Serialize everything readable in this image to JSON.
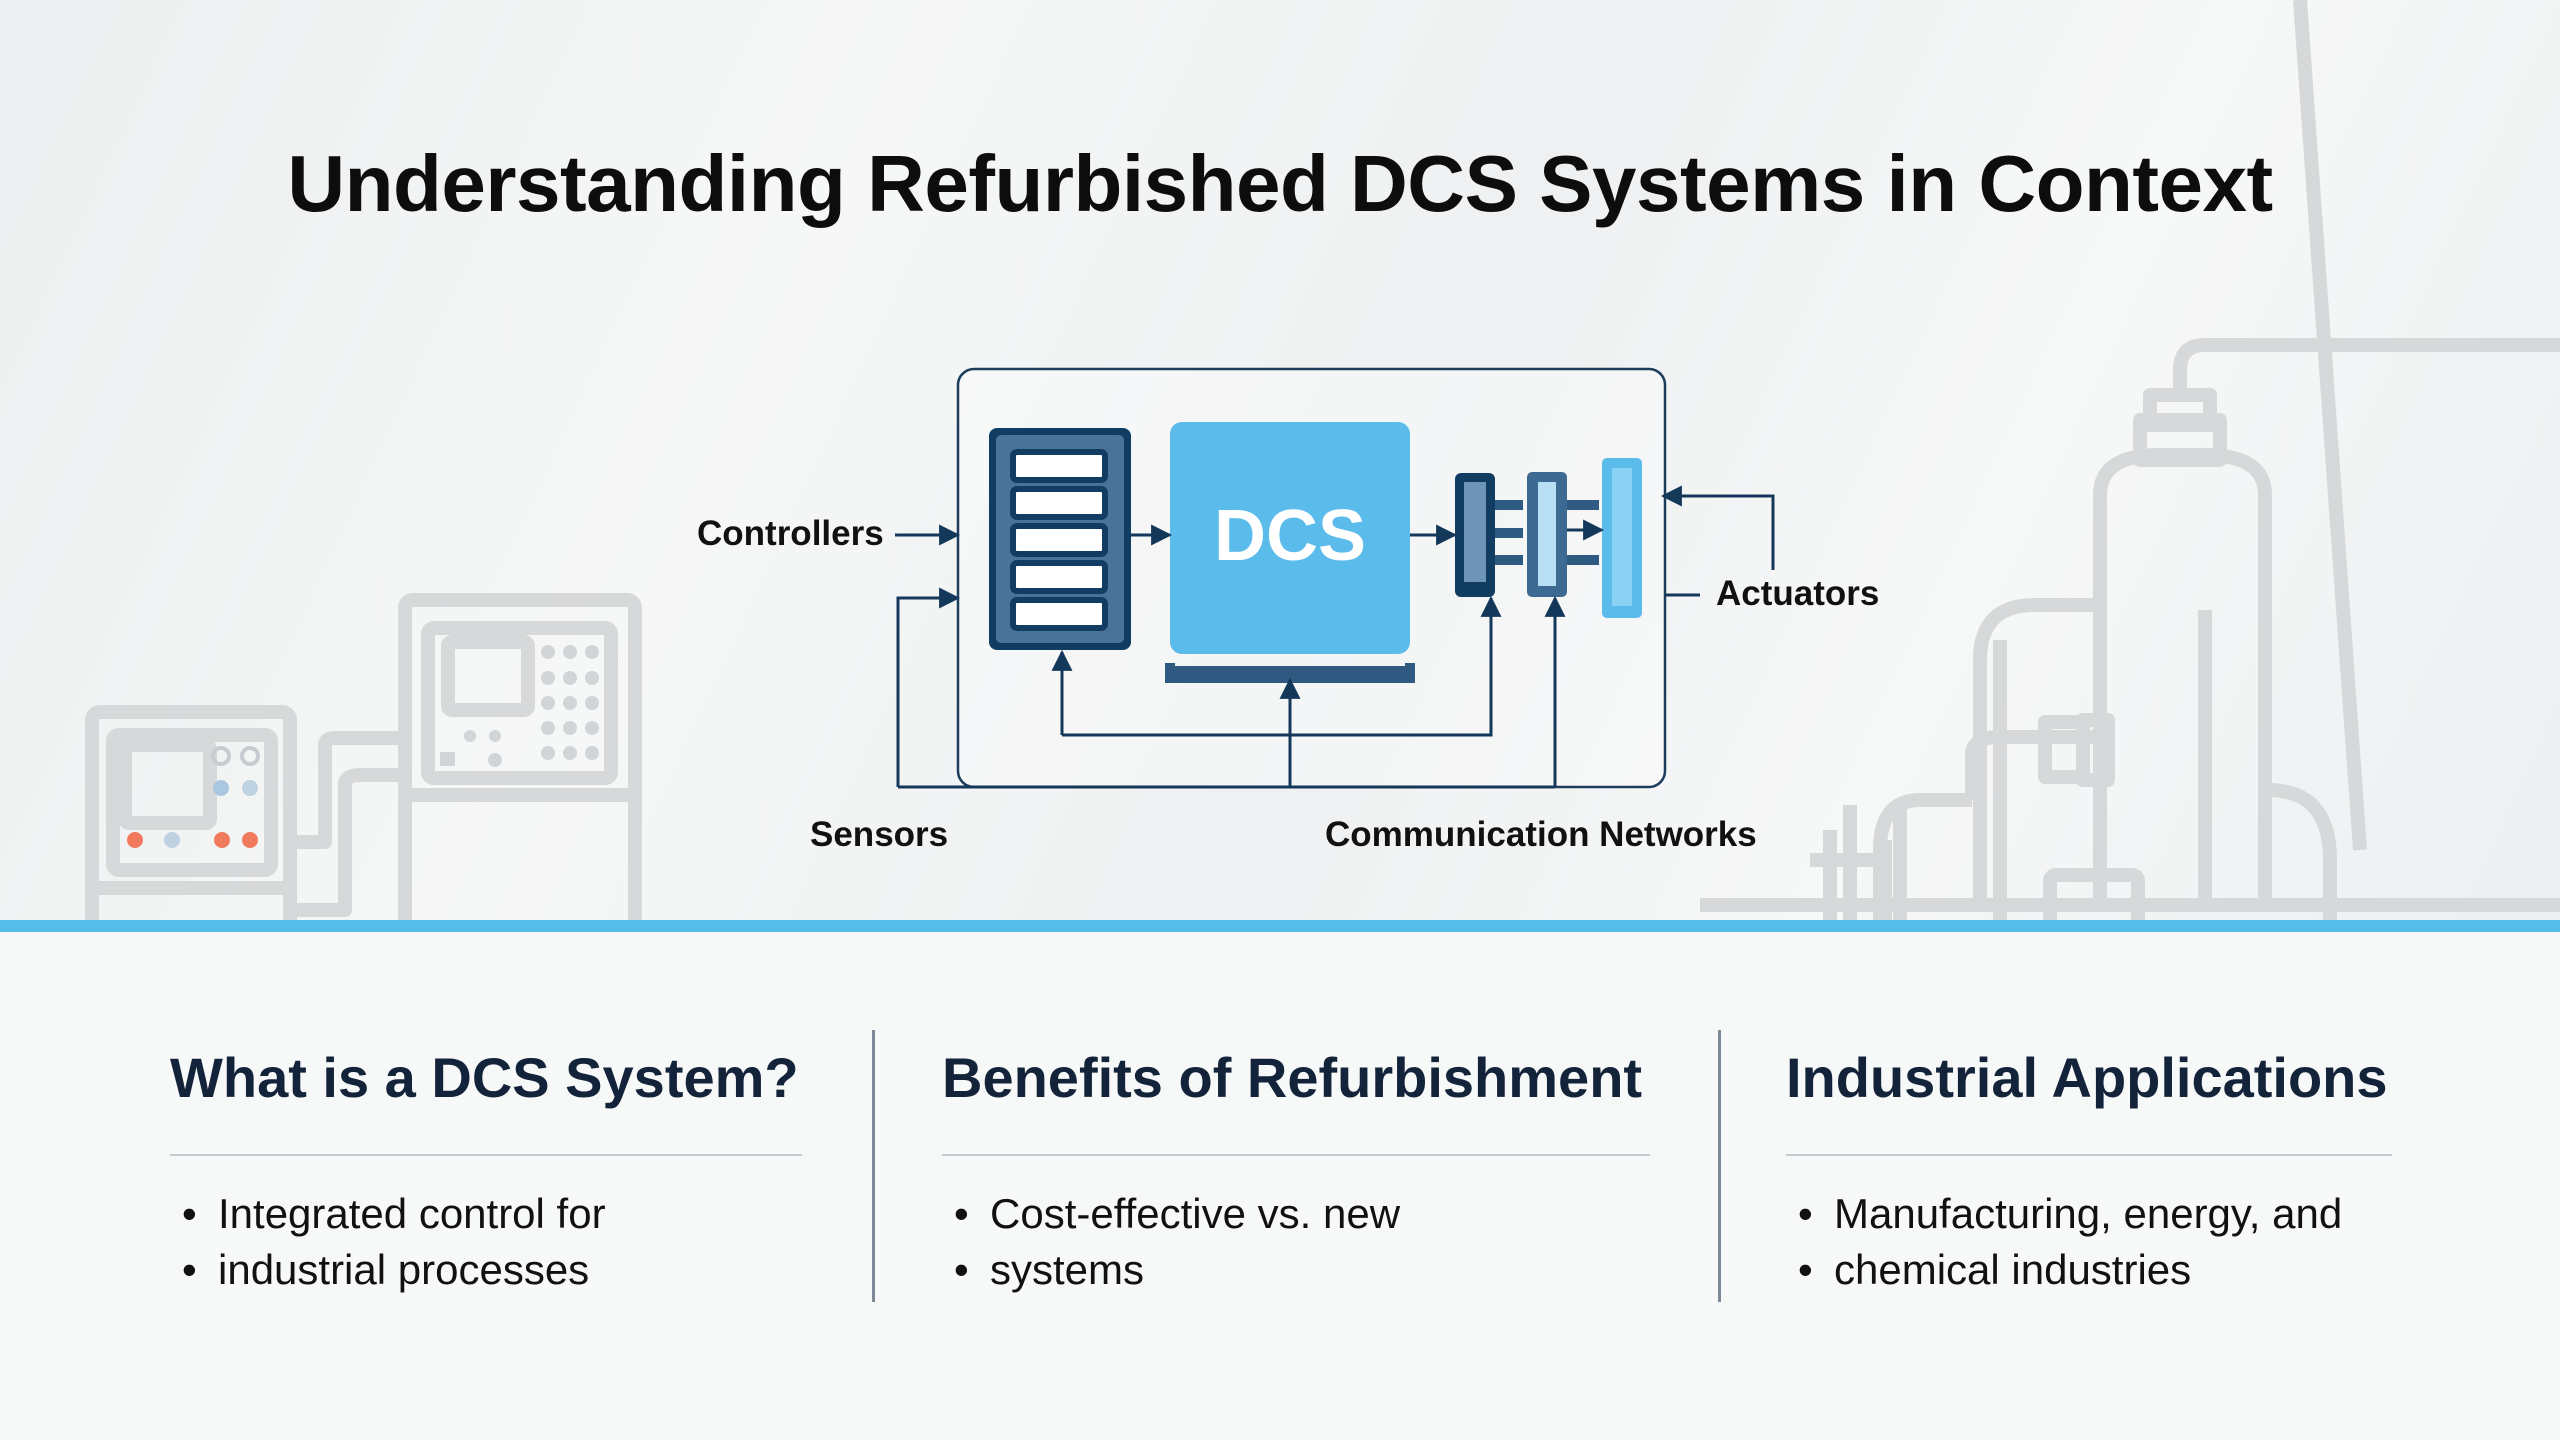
{
  "page": {
    "title": "Understanding Refurbished DCS Systems in Context"
  },
  "diagram": {
    "center_label": "DCS",
    "labels": {
      "controllers": "Controllers",
      "actuators": "Actuators",
      "sensors": "Sensors",
      "networks": "Communication Networks"
    },
    "colors": {
      "dark_navy": "#123d63",
      "steel_blue": "#3f6e94",
      "dcs_blue": "#5bbbeb",
      "accent_blue": "#56bde9",
      "line": "#14385a"
    }
  },
  "sections": [
    {
      "heading": "What is a DCS System?",
      "bullets": [
        "Integrated control for",
        "industrial processes"
      ]
    },
    {
      "heading": "Benefits of Refurbishment",
      "bullets": [
        "Cost-effective vs. new",
        "systems"
      ]
    },
    {
      "heading": "Industrial Applications",
      "bullets": [
        "Manufacturing, energy, and",
        "chemical industries"
      ]
    }
  ],
  "bullet_glyph": "•"
}
